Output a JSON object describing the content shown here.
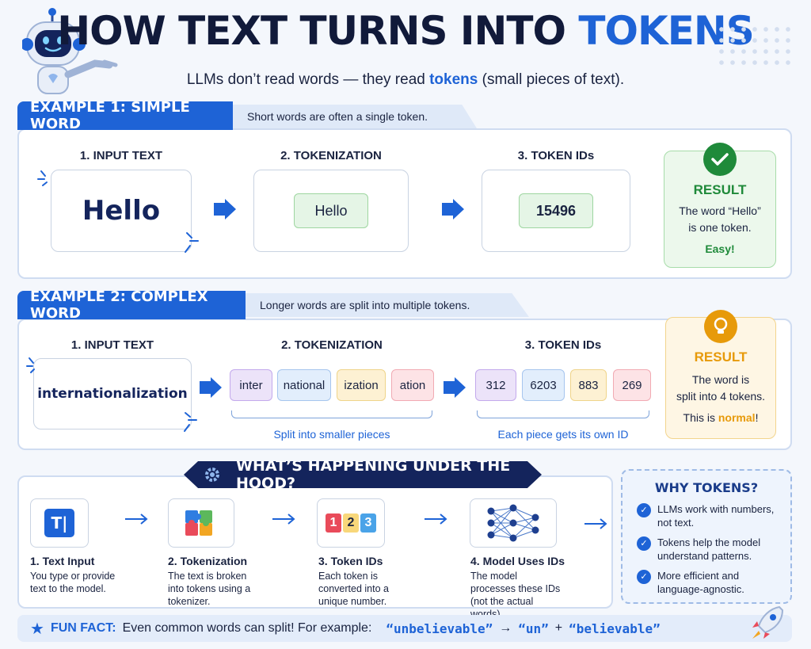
{
  "header": {
    "title_main": "HOW TEXT TURNS INTO ",
    "title_accent": "TOKENS",
    "subtitle_pre": "LLMs don’t read words — they read ",
    "subtitle_accent": "tokens",
    "subtitle_post": " (small pieces of text)."
  },
  "example1": {
    "tag": "EXAMPLE 1: SIMPLE WORD",
    "note": "Short words are often a single token.",
    "step1": "1. INPUT TEXT",
    "step2": "2. TOKENIZATION",
    "step3": "3. TOKEN IDs",
    "input": "Hello",
    "token": "Hello",
    "id": "15496",
    "result_title": "RESULT",
    "result_line1": "The word “Hello”",
    "result_line2": "is one token.",
    "result_line3": "Easy!"
  },
  "example2": {
    "tag": "EXAMPLE 2: COMPLEX WORD",
    "note": "Longer words are split into multiple tokens.",
    "step1": "1. INPUT TEXT",
    "step2": "2. TOKENIZATION",
    "step3": "3. TOKEN IDs",
    "input": "internationalization",
    "tokens": [
      "inter",
      "national",
      "ization",
      "ation"
    ],
    "ids": [
      "312",
      "6203",
      "883",
      "269"
    ],
    "caption_tokens": "Split into smaller pieces",
    "caption_ids": "Each piece gets its own ID",
    "result_title": "RESULT",
    "result_line1": "The word is",
    "result_line2": "split into 4 tokens.",
    "result_line3_pre": "This is ",
    "result_line3_accent": "normal",
    "result_line3_post": "!"
  },
  "hood": {
    "title": "WHAT’S HAPPENING UNDER THE HOOD?",
    "steps": [
      {
        "title": "1. Text Input",
        "text": "You type or provide text to the model."
      },
      {
        "title": "2. Tokenization",
        "text": "The text is broken into tokens using a tokenizer."
      },
      {
        "title": "3. Token IDs",
        "text": "Each token is converted into a unique number."
      },
      {
        "title": "4. Model Uses IDs",
        "text": "The model processes these IDs (not the actual words)."
      }
    ],
    "icon_digits": [
      "1",
      "2",
      "3"
    ]
  },
  "why": {
    "title": "WHY TOKENS?",
    "items": [
      "LLMs work with numbers, not text.",
      "Tokens help the model understand patterns.",
      "More efficient and language-agnostic."
    ]
  },
  "fun_fact": {
    "label": "FUN FACT:",
    "text": "Even common words can split! For example:",
    "word": "“unbelievable”",
    "arrow": "→",
    "part1": "“un”",
    "plus": "+",
    "part2": "“believable”"
  },
  "colors": {
    "accent": "#1e63d6",
    "navy": "#14245c",
    "green": "#1f8a3a",
    "orange": "#e79a0a"
  }
}
